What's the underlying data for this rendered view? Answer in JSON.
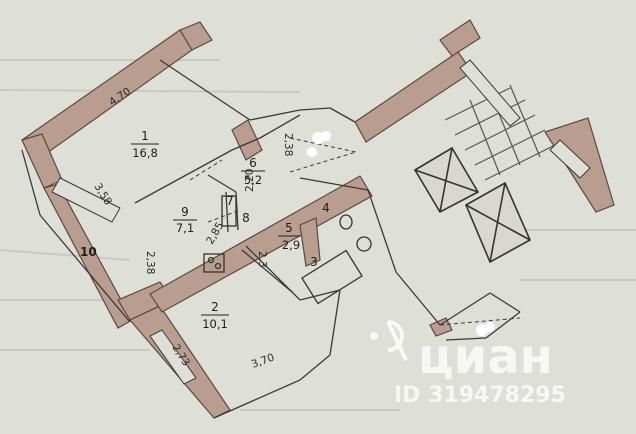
{
  "rooms": [
    {
      "number": "1",
      "area": "16,8"
    },
    {
      "number": "2",
      "area": "10,1"
    },
    {
      "number": "3",
      "area": ""
    },
    {
      "number": "4",
      "area": ""
    },
    {
      "number": "5",
      "area": "2,9"
    },
    {
      "number": "6",
      "area": "5,2"
    },
    {
      "number": "7",
      "area": ""
    },
    {
      "number": "8",
      "area": ""
    },
    {
      "number": "9",
      "area": "7,1"
    },
    {
      "number": "10",
      "area": ""
    }
  ],
  "dimensions": [
    "4,70",
    "3,58",
    "2,38",
    "2,38",
    "2,20",
    "2,85",
    "2,3",
    "3,70",
    "2,73"
  ],
  "watermark": {
    "brand": "циан",
    "id": "ID 319478295"
  },
  "colors": {
    "paper": "#dedfd6",
    "wall": "#b99e90",
    "wall_edge": "#5a4a42",
    "line": "#3a3a3a",
    "watermark": "#ffffff"
  }
}
